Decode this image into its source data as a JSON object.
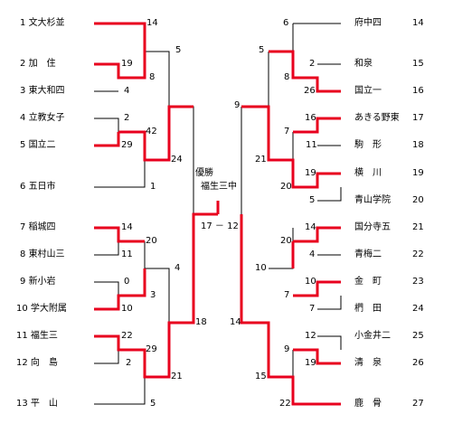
{
  "left_teams": [
    {
      "no": "1",
      "name": "文大杉並"
    },
    {
      "no": "2",
      "name": "加　住"
    },
    {
      "no": "3",
      "name": "東大和四"
    },
    {
      "no": "4",
      "name": "立教女子"
    },
    {
      "no": "5",
      "name": "国立二"
    },
    {
      "no": "6",
      "name": "五日市"
    },
    {
      "no": "7",
      "name": "稲城四"
    },
    {
      "no": "8",
      "name": "東村山三"
    },
    {
      "no": "9",
      "name": "新小岩"
    },
    {
      "no": "10",
      "name": "学大附属"
    },
    {
      "no": "11",
      "name": "福生三"
    },
    {
      "no": "12",
      "name": "向　島"
    },
    {
      "no": "13",
      "name": "平　山"
    }
  ],
  "right_teams": [
    {
      "no": "14",
      "name": "府中四"
    },
    {
      "no": "15",
      "name": "和泉"
    },
    {
      "no": "16",
      "name": "国立一"
    },
    {
      "no": "17",
      "name": "あきる野東"
    },
    {
      "no": "18",
      "name": "駒　形"
    },
    {
      "no": "19",
      "name": "横　川"
    },
    {
      "no": "20",
      "name": "青山学院"
    },
    {
      "no": "21",
      "name": "国分寺五"
    },
    {
      "no": "22",
      "name": "青梅二"
    },
    {
      "no": "23",
      "name": "金　町"
    },
    {
      "no": "24",
      "name": "椚　田"
    },
    {
      "no": "25",
      "name": "小金井二"
    },
    {
      "no": "26",
      "name": "清　泉"
    },
    {
      "no": "27",
      "name": "鹿　骨"
    }
  ],
  "champion": {
    "label": "優勝",
    "name": "福生三中"
  },
  "final_score": {
    "left": "17",
    "dash": "－",
    "right": "12"
  },
  "scores": {
    "l1": "14",
    "l2": "19",
    "l3": "4",
    "lq1": "8",
    "lsf1": "5",
    "l4": "2",
    "l5": "29",
    "lq2": "42",
    "l6": "1",
    "lsf2": "24",
    "l7": "14",
    "l8": "11",
    "lq3": "20",
    "l9": "0",
    "l10": "10",
    "lq4": "3",
    "lsf3": "4",
    "l11": "22",
    "l12": "2",
    "lq5": "29",
    "l13": "5",
    "lsf4": "21",
    "lleft_final_a": "18",
    "r14": "6",
    "r15": "2",
    "r16": "26",
    "rq1": "8",
    "rsf1": "5",
    "r17": "16",
    "r18": "11",
    "rq2": "7",
    "r19": "19",
    "r20": "5",
    "rq3": "20",
    "rsf2": "21",
    "rtop_semi": "9",
    "r21": "14",
    "r22": "4",
    "rq4": "20",
    "r23": "10",
    "r24": "7",
    "rq5": "7",
    "rsf3": "10",
    "r25": "12",
    "r26": "19",
    "rq6": "9",
    "r27": "22",
    "rsf4": "15",
    "rbottom_semi": "14"
  },
  "colors": {
    "win": "#e8001e",
    "line": "#000000"
  }
}
